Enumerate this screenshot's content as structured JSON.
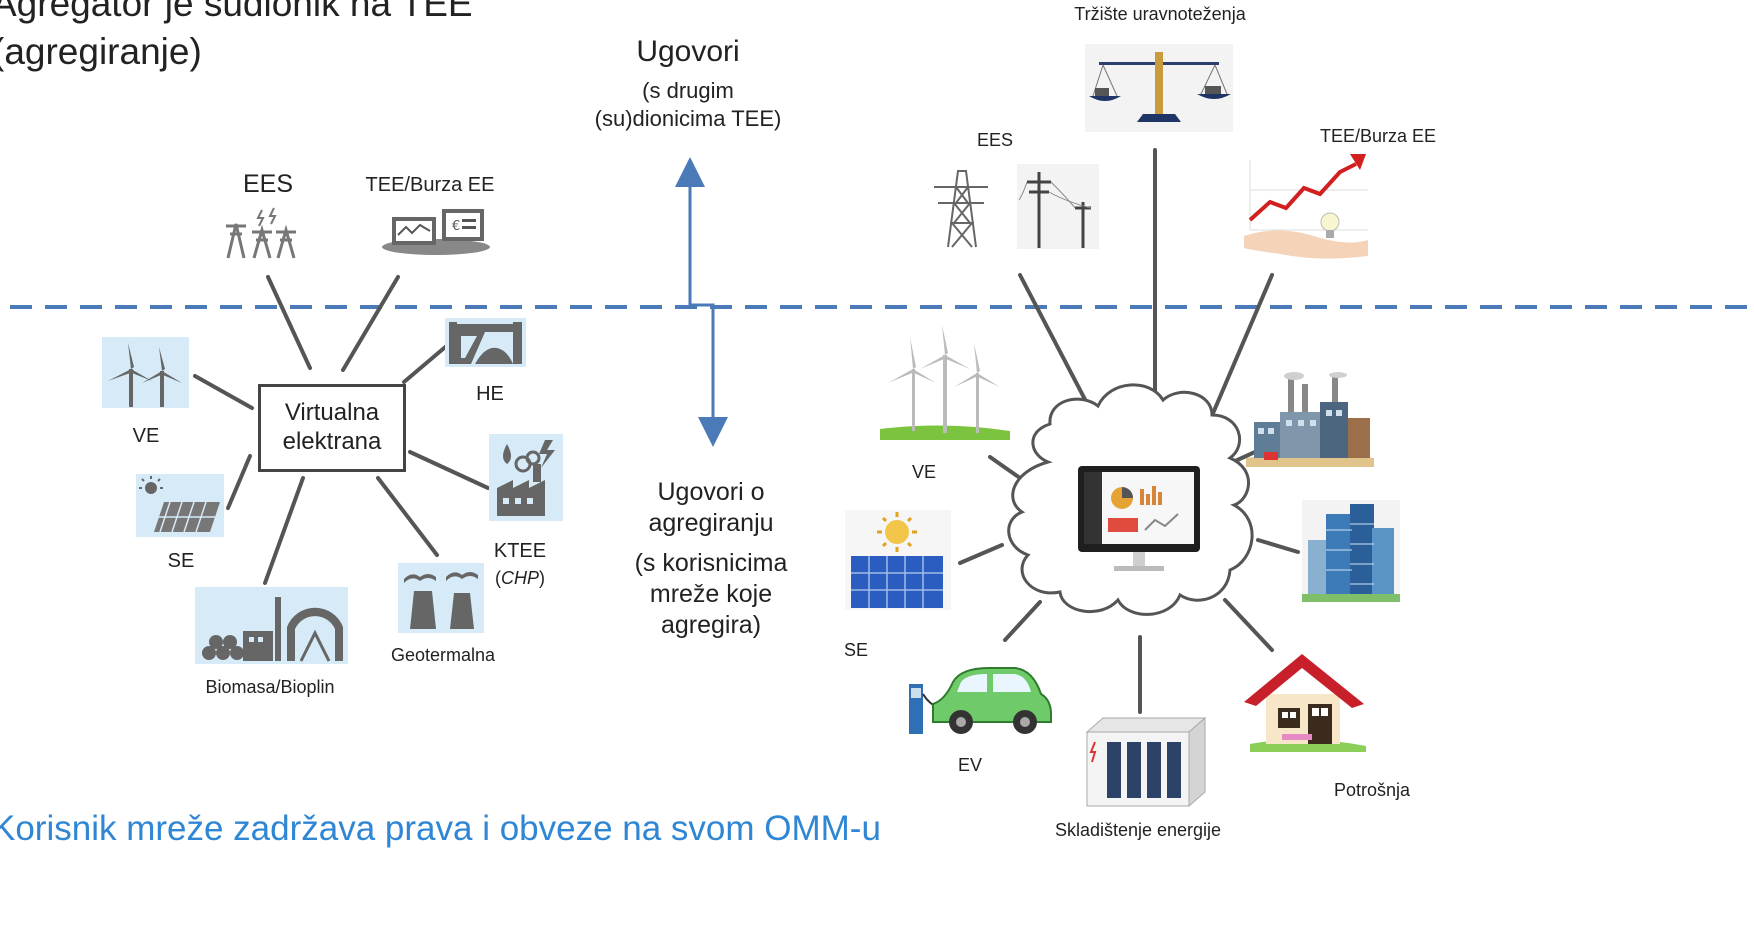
{
  "heading": {
    "line1": "Agregator je sudionik na TEE",
    "line2": "(agregiranje)"
  },
  "footer_note": "Korisnik mreže zadržava prava i obveze na svom OMM-u",
  "colors": {
    "dashed_line": "#4a7ab8",
    "arrow": "#4a7ab8",
    "footer_note": "#2e86d4",
    "connector": "#555555",
    "icon_bg": "#d6ebf7"
  },
  "contracts_top": {
    "title": "Ugovori",
    "line2": "(s drugim",
    "line3": "(su)dionicima TEE)"
  },
  "contracts_bottom": {
    "line1": "Ugovori o",
    "line2": "agregiranju",
    "line3": "(s korisnicima",
    "line4": "mreže koje",
    "line5": "agregira)"
  },
  "left": {
    "center_line1": "Virtualna",
    "center_line2": "elektrana",
    "ees": "EES",
    "tee": "TEE/Burza EE",
    "ve": "VE",
    "se": "SE",
    "he": "HE",
    "ktee": "KTEE",
    "ktee_chp": "CHP",
    "biomasa": "Biomasa/Bioplin",
    "geotermalna": "Geotermalna"
  },
  "right": {
    "balancing": "Tržište uravnoteženja",
    "ees": "EES",
    "tee": "TEE/Burza EE",
    "ve": "VE",
    "se": "SE",
    "ev": "EV",
    "storage": "Skladištenje energije",
    "consumption": "Potrošnja"
  }
}
